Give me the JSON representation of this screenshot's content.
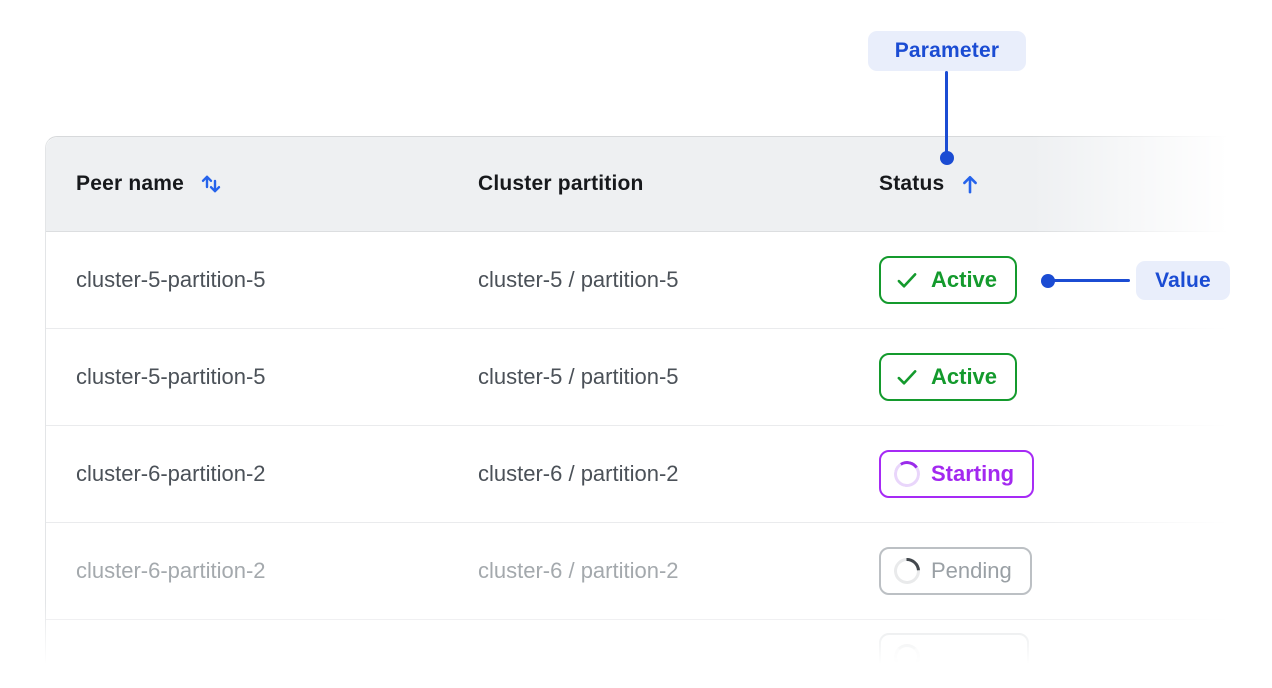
{
  "annotations": {
    "parameter": {
      "label": "Parameter"
    },
    "value": {
      "label": "Value"
    }
  },
  "colors": {
    "annotation_blue": "#1b4cd3",
    "annotation_badge_bg": "#e9eefb",
    "sort_arrow_blue": "#2563eb",
    "status_active_green": "#149a2d",
    "status_starting_purple": "#a328f0",
    "status_pending_gray": "#9aa0a5",
    "header_bg": "#eef0f2"
  },
  "table": {
    "columns": [
      {
        "label": "Peer name",
        "sort_icon": "sort-both"
      },
      {
        "label": "Cluster partition",
        "sort_icon": "none"
      },
      {
        "label": "Status",
        "sort_icon": "sort-ascending"
      }
    ],
    "rows": [
      {
        "peer": "cluster-5-partition-5",
        "cluster_partition": "cluster-5 / partition-5",
        "status": "Active",
        "state": "active"
      },
      {
        "peer": "cluster-5-partition-5",
        "cluster_partition": "cluster-5 / partition-5",
        "status": "Active",
        "state": "active"
      },
      {
        "peer": "cluster-6-partition-2",
        "cluster_partition": "cluster-6 / partition-2",
        "status": "Starting",
        "state": "starting"
      },
      {
        "peer": "cluster-6-partition-2",
        "cluster_partition": "cluster-6 / partition-2",
        "status": "Pending",
        "state": "pending"
      }
    ]
  }
}
